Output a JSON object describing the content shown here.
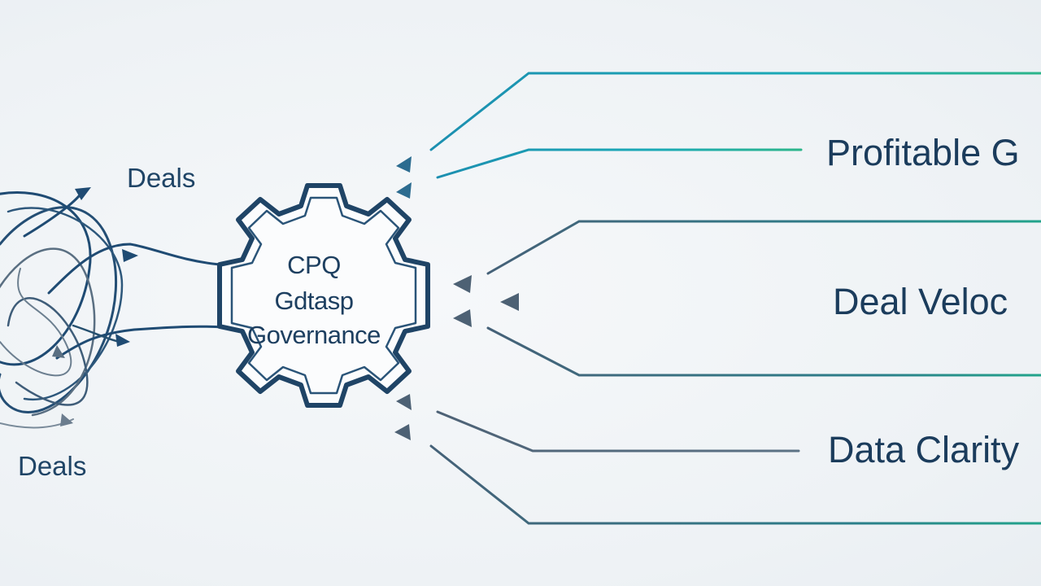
{
  "diagram": {
    "inputs": {
      "top_label": "Deals",
      "bottom_label": "Deals"
    },
    "hub": {
      "lines": [
        "CPQ",
        "Gdtasp",
        "Governance"
      ]
    },
    "outcomes": [
      {
        "label": "Profitable G"
      },
      {
        "label": "Deal Veloc"
      },
      {
        "label": "Data Clarity"
      }
    ],
    "colors": {
      "navy": "#1f4466",
      "teal": "#17a3b0",
      "green": "#28b07a",
      "slate": "#4f6478",
      "background": "#eef2f5"
    }
  }
}
